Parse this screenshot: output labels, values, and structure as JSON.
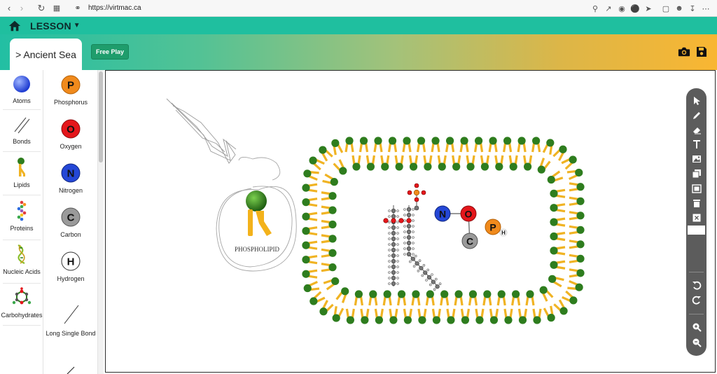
{
  "browser": {
    "url": "https://virtmac.ca",
    "nav_icons": [
      "back-icon",
      "forward-icon",
      "reload-icon",
      "grid-icon",
      "globe-icon"
    ],
    "right_icons": [
      "search-icon",
      "share-icon",
      "screenshot-icon",
      "shield-icon",
      "send-icon",
      "extensions-icon",
      "profile-icon",
      "download-icon",
      "more-icon"
    ]
  },
  "topnav": {
    "menu_label": "LESSON"
  },
  "tabs": {
    "active_label": "> Ancient Sea",
    "freeplay_label": "Free Play"
  },
  "categories": [
    {
      "label": "Atoms",
      "icon": "atom-sphere-icon"
    },
    {
      "label": "Bonds",
      "icon": "bonds-icon"
    },
    {
      "label": "Lipids",
      "icon": "lipid-icon"
    },
    {
      "label": "Proteins",
      "icon": "protein-icon"
    },
    {
      "label": "Nucleic Acids",
      "icon": "dna-icon"
    },
    {
      "label": "Carbohydrates",
      "icon": "carbohydrate-icon"
    }
  ],
  "elements": [
    {
      "label": "Phosphorus",
      "symbol": "P",
      "color": "#f08a1c"
    },
    {
      "label": "Oxygen",
      "symbol": "O",
      "color": "#e4161b"
    },
    {
      "label": "Nitrogen",
      "symbol": "N",
      "color": "#2447d6"
    },
    {
      "label": "Carbon",
      "symbol": "C",
      "color": "#9a9a9a"
    },
    {
      "label": "Hydrogen",
      "symbol": "H",
      "color": "#ffffff"
    },
    {
      "label": "Long Single Bond",
      "symbol": "",
      "color": "#333333"
    }
  ],
  "canvas": {
    "phospholipid_label": "PHOSPHOLIPID",
    "atoms": {
      "N": "N",
      "O": "O",
      "C": "C",
      "P": "P",
      "H": "H"
    }
  },
  "toolbar": {
    "tools": [
      "select-arrow-icon",
      "pencil-icon",
      "eraser-icon",
      "text-icon",
      "image-icon",
      "copy-icon",
      "screen-icon",
      "trash-icon",
      "close-box-icon",
      "undo-icon",
      "redo-icon",
      "zoom-in-icon",
      "zoom-out-icon"
    ]
  },
  "colors": {
    "teal": "#1fbf9f",
    "gradient_end": "#f9b632",
    "free_play_button": "#1f9d6c",
    "lipid_head": "#2e7d1e",
    "lipid_tail": "#f0b323",
    "toolbar": "#5c5c5c"
  }
}
